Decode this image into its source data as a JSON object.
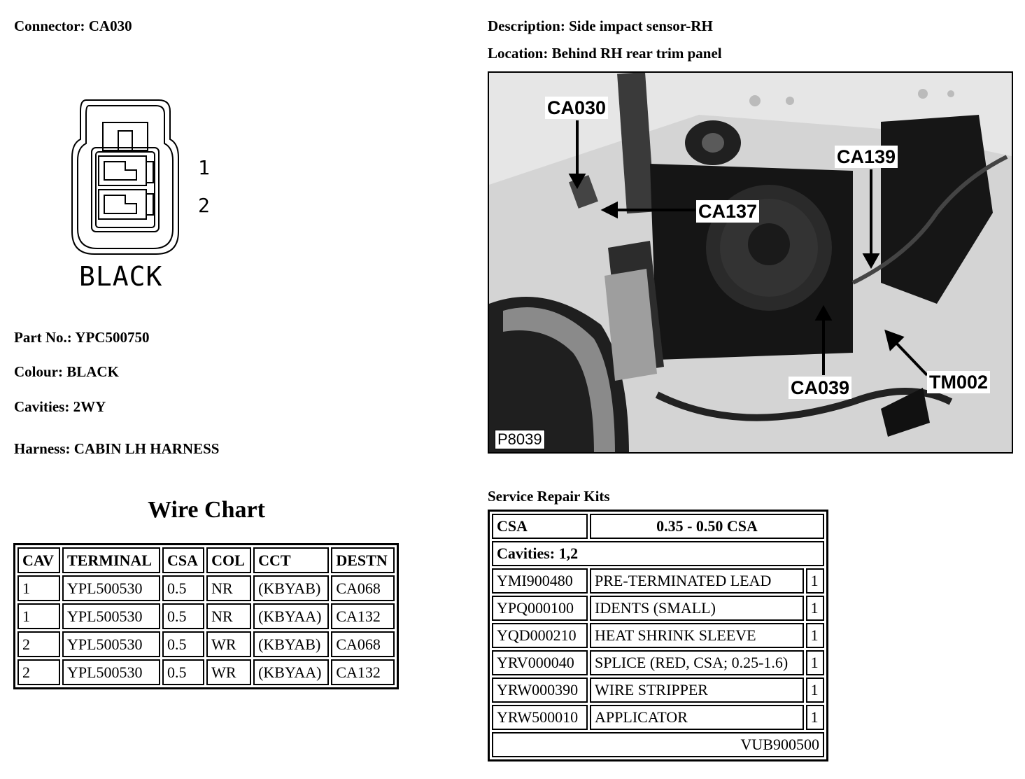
{
  "connector": {
    "label": "Connector:",
    "value": "CA030"
  },
  "description": {
    "label": "Description:",
    "value": "Side impact sensor-RH"
  },
  "location": {
    "label": "Location:",
    "value": "Behind RH rear trim panel"
  },
  "connector_diagram": {
    "cavity_1": "1",
    "cavity_2": "2",
    "colour_text": "BLACK"
  },
  "part_no": {
    "label": "Part No.:",
    "value": "YPC500750"
  },
  "colour": {
    "label": "Colour:",
    "value": "BLACK"
  },
  "cavities": {
    "label": "Cavities:",
    "value": "2WY"
  },
  "harness": {
    "label": "Harness:",
    "value": "CABIN LH HARNESS"
  },
  "wire_chart": {
    "title": "Wire Chart",
    "headers": [
      "CAV",
      "TERMINAL",
      "CSA",
      "COL",
      "CCT",
      "DESTN"
    ],
    "rows": [
      [
        "1",
        "YPL500530",
        "0.5",
        "NR",
        "(KBYAB)",
        "CA068"
      ],
      [
        "1",
        "YPL500530",
        "0.5",
        "NR",
        "(KBYAA)",
        "CA132"
      ],
      [
        "2",
        "YPL500530",
        "0.5",
        "WR",
        "(KBYAB)",
        "CA068"
      ],
      [
        "2",
        "YPL500530",
        "0.5",
        "WR",
        "(KBYAA)",
        "CA132"
      ]
    ]
  },
  "photo": {
    "callouts": [
      "CA030",
      "CA139",
      "CA137",
      "CA039",
      "TM002"
    ],
    "id": "P8039"
  },
  "service_repair_kits": {
    "title": "Service Repair Kits",
    "csa_label": "CSA",
    "csa_value": "0.35 - 0.50 CSA",
    "cavities": "Cavities: 1,2",
    "items": [
      [
        "YMI900480",
        "PRE-TERMINATED LEAD",
        "1"
      ],
      [
        "YPQ000100",
        "IDENTS (SMALL)",
        "1"
      ],
      [
        "YQD000210",
        "HEAT SHRINK SLEEVE",
        "1"
      ],
      [
        "YRV000040",
        "SPLICE (RED, CSA; 0.25-1.6)",
        "1"
      ],
      [
        "YRW000390",
        "WIRE STRIPPER",
        "1"
      ],
      [
        "YRW500010",
        "APPLICATOR",
        "1"
      ]
    ],
    "kit_code": "VUB900500"
  }
}
